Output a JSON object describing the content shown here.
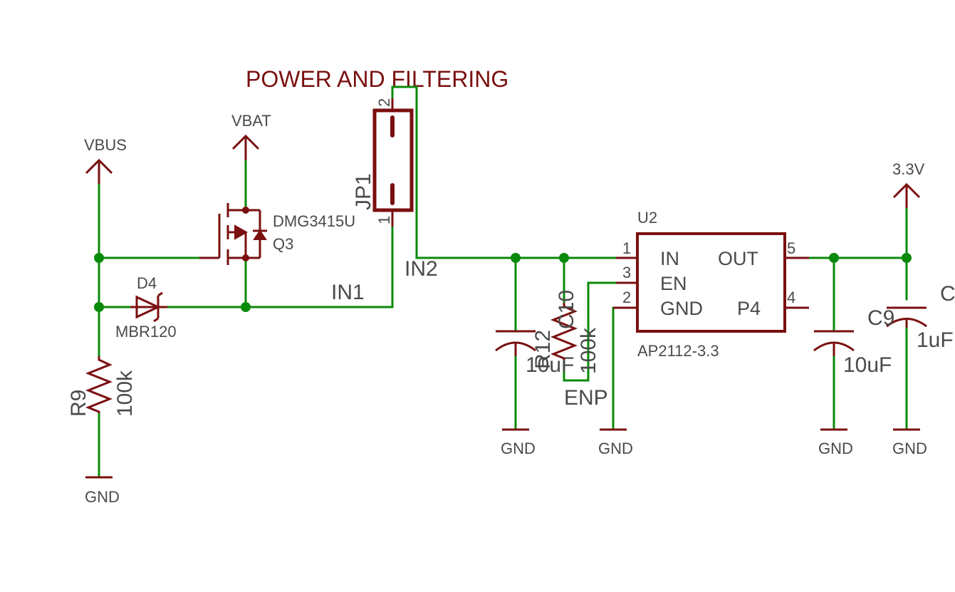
{
  "title": "POWER AND FILTERING",
  "power_symbols": {
    "vbus": "VBUS",
    "vbat": "VBAT",
    "v33": "3.3V"
  },
  "gnd_label": "GND",
  "nets": {
    "in1": "IN1",
    "in2": "IN2",
    "enp": "ENP"
  },
  "components": {
    "q3": {
      "part": "DMG3415U",
      "ref": "Q3"
    },
    "d4": {
      "ref": "D4",
      "part": "MBR120"
    },
    "r9": {
      "ref": "R9",
      "value": "100k"
    },
    "jp1": {
      "ref": "JP1",
      "pin1": "1",
      "pin2": "2"
    },
    "c10": {
      "ref": "C10",
      "value": "10uF"
    },
    "r12": {
      "ref": "R12",
      "value": "100k"
    },
    "u2": {
      "ref": "U2",
      "part": "AP2112-3.3",
      "pins": {
        "in": "IN",
        "in_num": "1",
        "en": "EN",
        "en_num": "3",
        "gnd": "GND",
        "gnd_num": "2",
        "out": "OUT",
        "out_num": "5",
        "p4": "P4",
        "p4_num": "4"
      }
    },
    "c8": {
      "value": "10uF"
    },
    "c9": {
      "ref": "C9",
      "value": "1uF",
      "ref_partial": "C"
    }
  },
  "colors": {
    "wire": "#0a8a0a",
    "part": "#7a0f0f",
    "text": "#4a4a4a"
  }
}
